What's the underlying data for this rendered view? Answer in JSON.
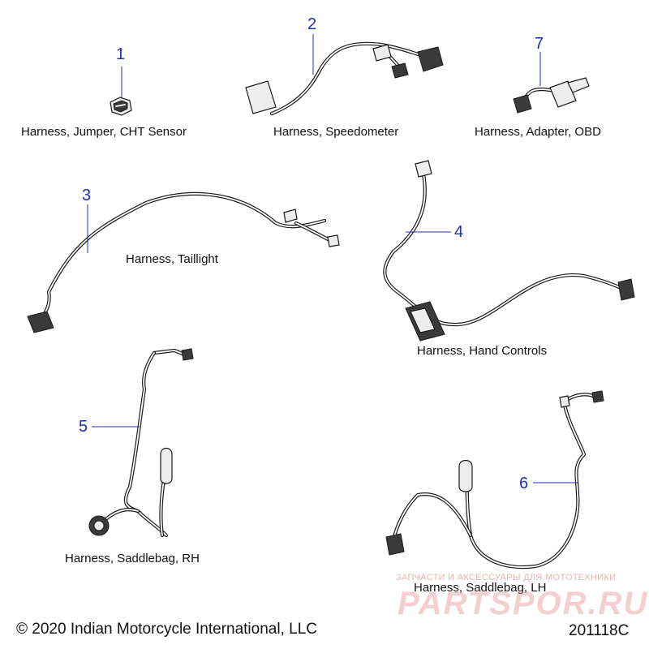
{
  "callouts": [
    {
      "number": "1",
      "caption": "Harness, Jumper, CHT Sensor"
    },
    {
      "number": "2",
      "caption": "Harness, Speedometer"
    },
    {
      "number": "3",
      "caption": "Harness, Taillight"
    },
    {
      "number": "4",
      "caption": "Harness, Hand Controls"
    },
    {
      "number": "5",
      "caption": "Harness, Saddlebag, RH"
    },
    {
      "number": "6",
      "caption": "Harness, Saddlebag, LH"
    },
    {
      "number": "7",
      "caption": "Harness, Adapter, OBD"
    }
  ],
  "footer": {
    "copyright": "© 2020 Indian Motorcycle International, LLC",
    "diagram_code": "201118C"
  },
  "watermark": {
    "tagline": "ЗАПЧАСТИ И АКСЕССУАРЫ ДЛЯ МОТОТЕХНИКИ",
    "logo": "PARTSPOR.RU"
  },
  "colors": {
    "callout_number": "#1f2fb5",
    "leader_line": "#1f2fb5",
    "text": "#111111",
    "watermark": "#e08282"
  }
}
